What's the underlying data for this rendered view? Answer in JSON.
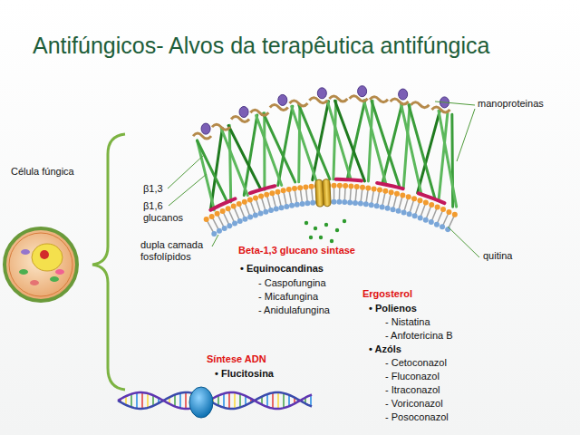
{
  "diagram": {
    "title": "Antifúngicos- Alvos da terapêutica antifúngica",
    "labels": [
      "Célula fúngica",
      "β1,3",
      "β1,6",
      "glucanos",
      "dupla camada fosfolípidos",
      "manoproteinas",
      "quitina",
      "Beta-1,3 glucano sintase",
      "• Equinocandinas",
      "- Caspofungina",
      "- Micafungina",
      "- Anidulafungina",
      "Ergosterol",
      "• Polienos",
      "- Nistatina",
      "- Anfotericina B",
      "• Azóls",
      "- Cetoconazol",
      "- Fluconazol",
      "- Itraconazol",
      "- Voriconazol",
      "- Posoconazol",
      "Síntese ADN",
      "• Flucitosina"
    ]
  }
}
